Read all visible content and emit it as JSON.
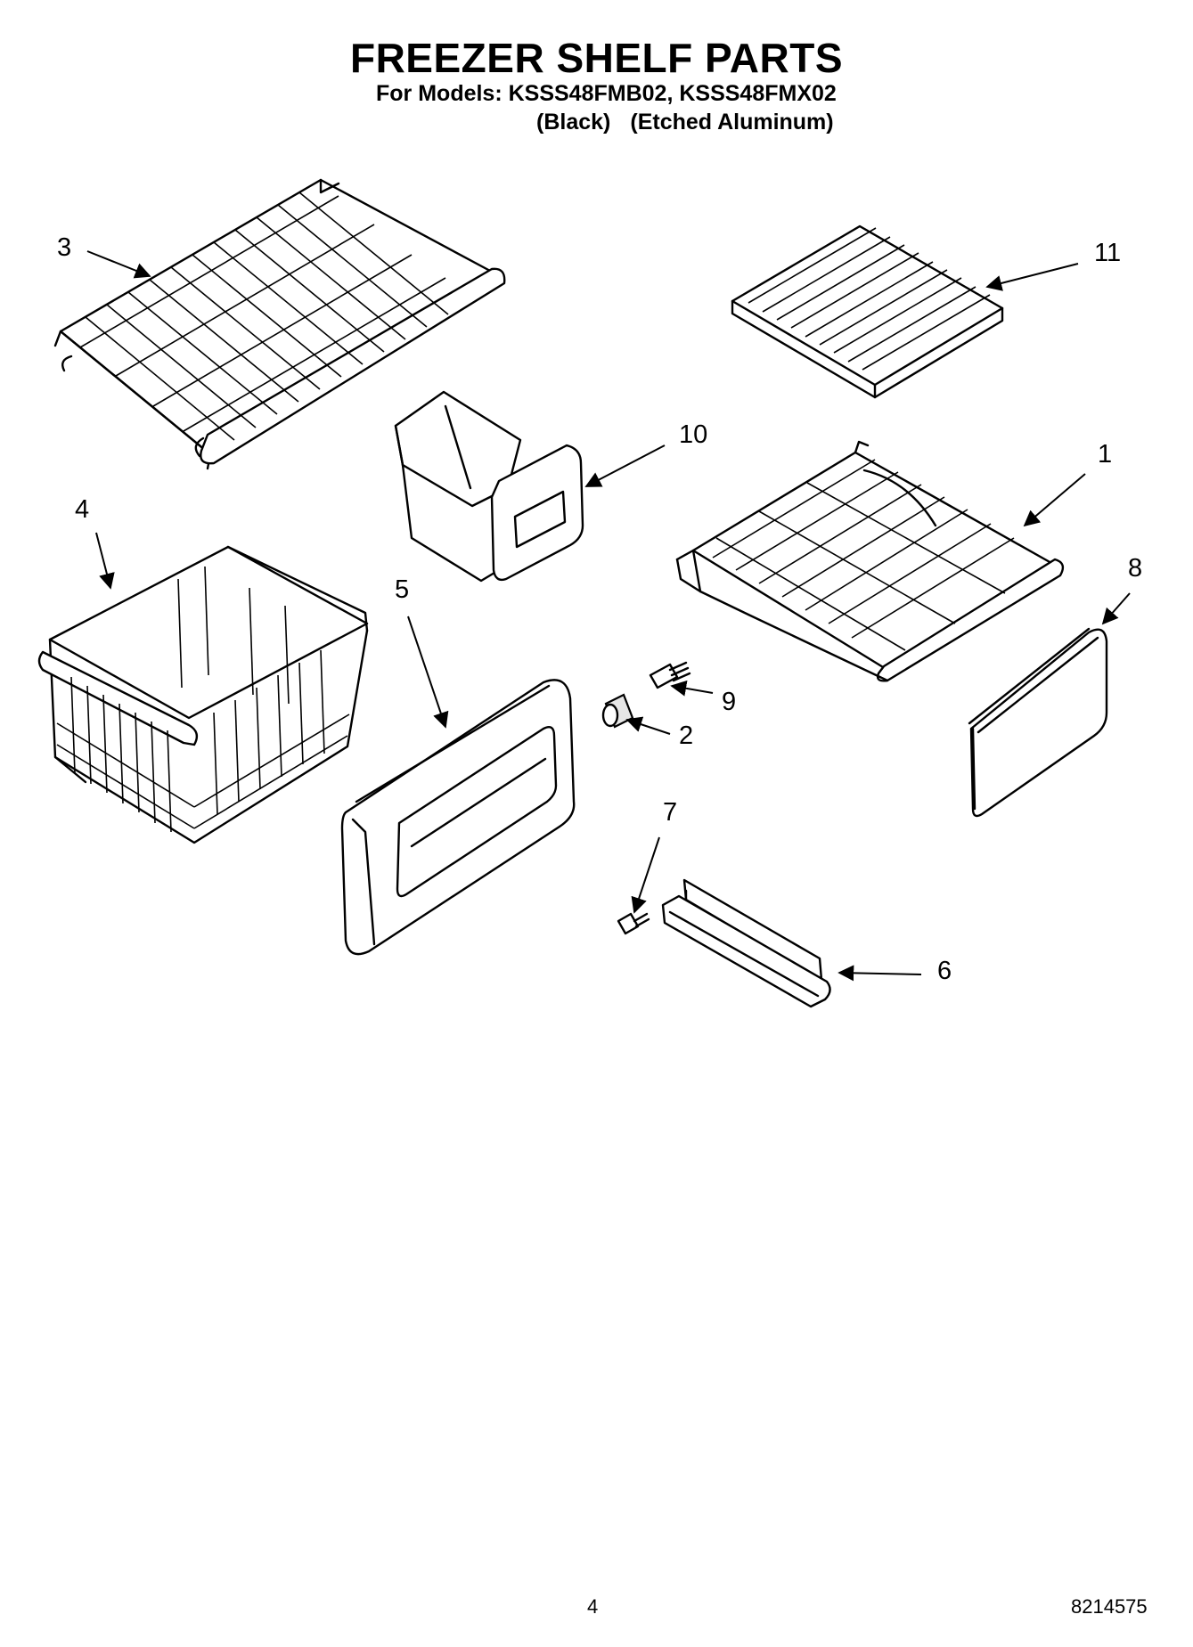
{
  "header": {
    "title": "FREEZER SHELF PARTS",
    "models_line": "For Models: KSSS48FMB02, KSSS48FMX02",
    "variant_black": "(Black)",
    "variant_aluminum": "(Etched Aluminum)"
  },
  "callouts": {
    "c1": "1",
    "c2": "2",
    "c3": "3",
    "c4": "4",
    "c5": "5",
    "c6": "6",
    "c7": "7",
    "c8": "8",
    "c9": "9",
    "c10": "10",
    "c11": "11"
  },
  "footer": {
    "page_number": "4",
    "document_number": "8214575"
  }
}
